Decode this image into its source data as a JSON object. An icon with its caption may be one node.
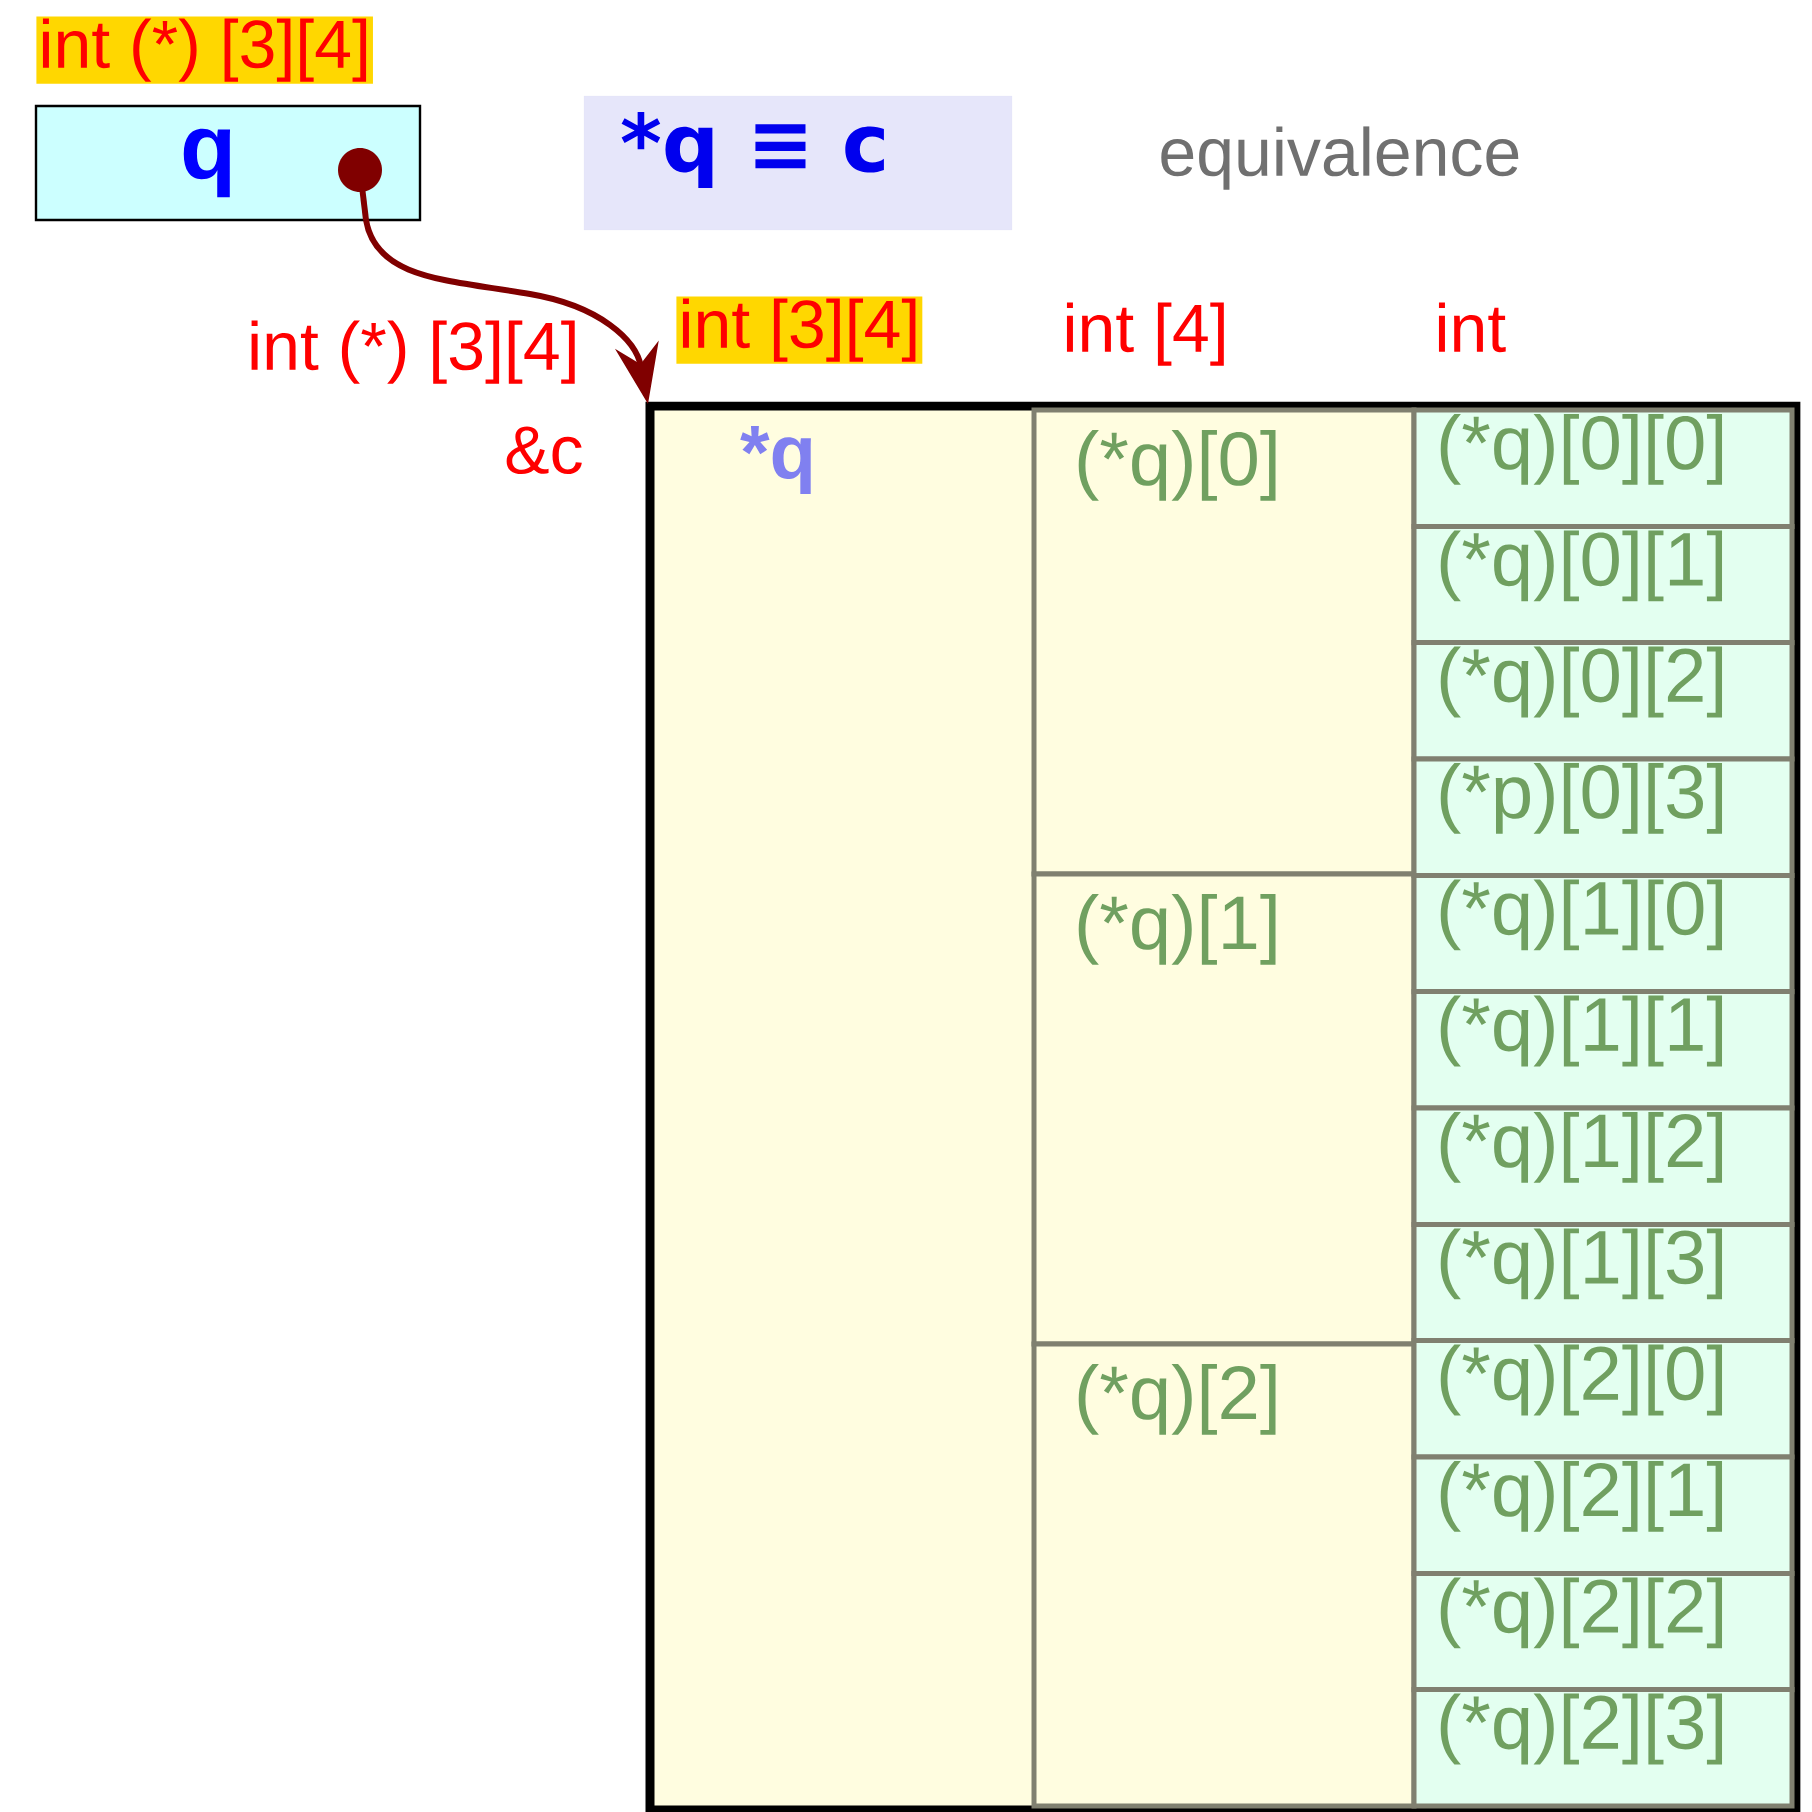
{
  "diagram": {
    "nodes": [
      {
        "text": [
          "q"
        ],
        "beside": [
          "int (*) [3][4]"
        ]
      },
      {
        "text": [
          "*q ≡ c"
        ]
      },
      {
        "text": [
          "*q"
        ],
        "beside": [
          "int [3][4]",
          "&c"
        ]
      },
      {
        "text": [
          "(*q)[0]"
        ],
        "in": 2
      },
      {
        "text": [
          "(*q)[1]"
        ],
        "in": 2
      },
      {
        "text": [
          "(*q)[2]"
        ],
        "in": 2
      },
      {
        "text": [
          "(*q)[0][0]"
        ],
        "in": 2
      },
      {
        "text": [
          "(*q)[0][1]"
        ],
        "in": 2
      },
      {
        "text": [
          "(*q)[0][2]"
        ],
        "in": 2
      },
      {
        "text": [
          "(*p)[0][3]"
        ],
        "in": 2
      },
      {
        "text": [
          "(*q)[1][0]"
        ],
        "in": 2
      },
      {
        "text": [
          "(*q)[1][1]"
        ],
        "in": 2
      },
      {
        "text": [
          "(*q)[1][2]"
        ],
        "in": 2
      },
      {
        "text": [
          "(*q)[1][3]"
        ],
        "in": 2
      },
      {
        "text": [
          "(*q)[2][0]"
        ],
        "in": 2
      },
      {
        "text": [
          "(*q)[2][1]"
        ],
        "in": 2
      },
      {
        "text": [
          "(*q)[2][2]"
        ],
        "in": 2
      },
      {
        "text": [
          "(*q)[2][3]"
        ],
        "in": 2
      }
    ],
    "edges": [
      {
        "from": 0,
        "to": 2,
        "arrow": "to",
        "label": "int (*) [3][4]"
      }
    ],
    "labels": [
      "equivalence",
      "int [4]",
      "int"
    ]
  }
}
